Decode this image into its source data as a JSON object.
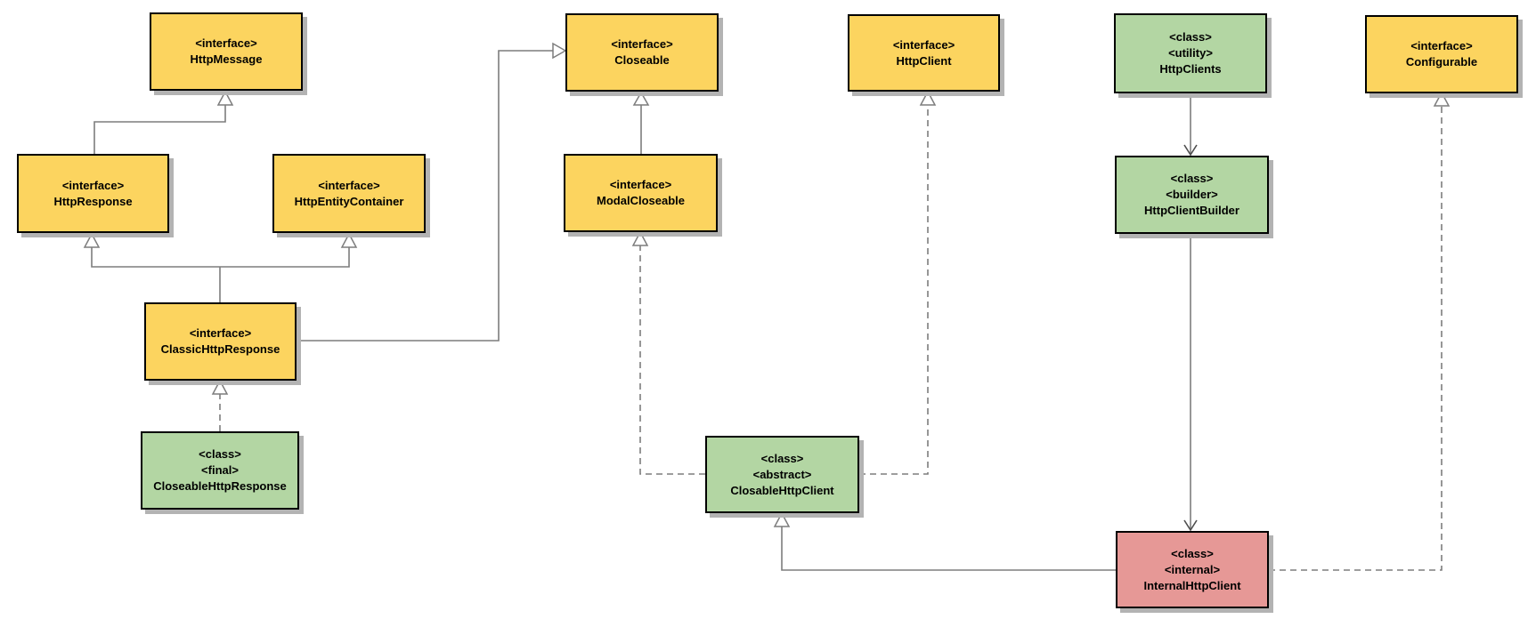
{
  "diagram": {
    "kind": "uml-class-diagram",
    "colors": {
      "interface_fill": "#fcd45f",
      "class_fill": "#b3d6a3",
      "internal_fill": "#e69896",
      "border": "#000000",
      "shadow": "#b3b3b3",
      "line": "#7d7d7d",
      "arrowhead_fill": "#ffffff"
    },
    "nodes": {
      "http_message": {
        "kind": "interface",
        "line1": "<interface>",
        "line2": "HttpMessage"
      },
      "http_response": {
        "kind": "interface",
        "line1": "<interface>",
        "line2": "HttpResponse"
      },
      "http_entity_container": {
        "kind": "interface",
        "line1": "<interface>",
        "line2": "HttpEntityContainer"
      },
      "classic_http_response": {
        "kind": "interface",
        "line1": "<interface>",
        "line2": "ClassicHttpResponse"
      },
      "closeable_http_response": {
        "kind": "class",
        "line1": "<class>",
        "line2": "<final>",
        "line3": "CloseableHttpResponse"
      },
      "closeable": {
        "kind": "interface",
        "line1": "<interface>",
        "line2": "Closeable"
      },
      "modal_closeable": {
        "kind": "interface",
        "line1": "<interface>",
        "line2": "ModalCloseable"
      },
      "closable_http_client": {
        "kind": "class",
        "line1": "<class>",
        "line2": "<abstract>",
        "line3": "ClosableHttpClient"
      },
      "http_client": {
        "kind": "interface",
        "line1": "<interface>",
        "line2": "HttpClient"
      },
      "http_clients": {
        "kind": "class",
        "line1": "<class>",
        "line2": "<utility>",
        "line3": "HttpClients"
      },
      "http_client_builder": {
        "kind": "class",
        "line1": "<class>",
        "line2": "<builder>",
        "line3": "HttpClientBuilder"
      },
      "configurable": {
        "kind": "interface",
        "line1": "<interface>",
        "line2": "Configurable"
      },
      "internal_http_client": {
        "kind": "internal-class",
        "line1": "<class>",
        "line2": "<internal>",
        "line3": "InternalHttpClient"
      }
    },
    "edges": [
      {
        "from": "HttpResponse",
        "to": "HttpMessage",
        "relation": "extends",
        "style": "solid-hollow-triangle"
      },
      {
        "from": "ClassicHttpResponse",
        "to": "HttpResponse",
        "relation": "extends",
        "style": "solid-hollow-triangle"
      },
      {
        "from": "ClassicHttpResponse",
        "to": "HttpEntityContainer",
        "relation": "extends",
        "style": "solid-hollow-triangle"
      },
      {
        "from": "ClassicHttpResponse",
        "to": "Closeable",
        "relation": "extends",
        "style": "solid-hollow-triangle"
      },
      {
        "from": "ModalCloseable",
        "to": "Closeable",
        "relation": "extends",
        "style": "solid-hollow-triangle"
      },
      {
        "from": "CloseableHttpResponse",
        "to": "ClassicHttpResponse",
        "relation": "implements",
        "style": "dashed-hollow-triangle"
      },
      {
        "from": "ClosableHttpClient",
        "to": "ModalCloseable",
        "relation": "implements",
        "style": "dashed-hollow-triangle"
      },
      {
        "from": "ClosableHttpClient",
        "to": "HttpClient",
        "relation": "implements",
        "style": "dashed-hollow-triangle"
      },
      {
        "from": "InternalHttpClient",
        "to": "ClosableHttpClient",
        "relation": "extends",
        "style": "solid-hollow-triangle"
      },
      {
        "from": "InternalHttpClient",
        "to": "Configurable",
        "relation": "implements",
        "style": "dashed-hollow-triangle"
      },
      {
        "from": "HttpClients",
        "to": "HttpClientBuilder",
        "relation": "association",
        "style": "solid-open-arrow"
      },
      {
        "from": "HttpClientBuilder",
        "to": "InternalHttpClient",
        "relation": "association",
        "style": "solid-open-arrow"
      }
    ]
  }
}
